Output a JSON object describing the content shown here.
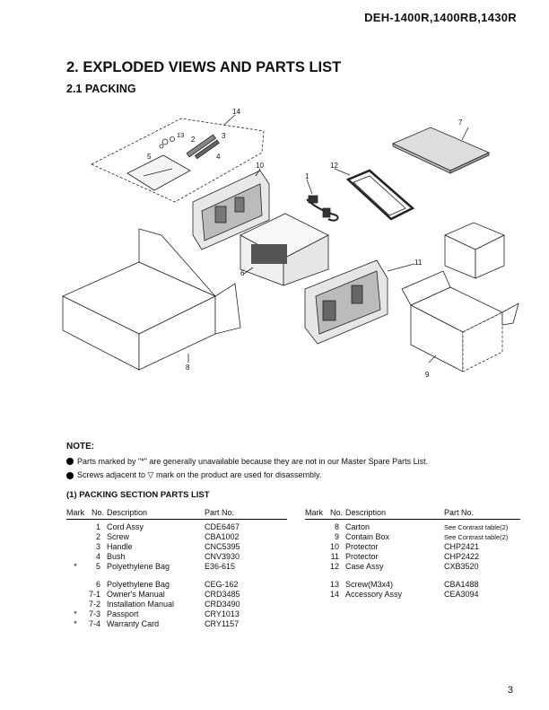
{
  "header": {
    "model": "DEH-1400R,1400RB,1430R"
  },
  "title": "2. EXPLODED VIEWS AND PARTS LIST",
  "subtitle": "2.1 PACKING",
  "diagram": {
    "callouts": [
      "1",
      "2",
      "3",
      "4",
      "5",
      "6",
      "7",
      "8",
      "9",
      "10",
      "11",
      "12",
      "13",
      "14"
    ]
  },
  "note": {
    "title": "NOTE:",
    "lines": [
      "Parts marked by \"*\" are generally unavailable because they are not in our Master Spare Parts List.",
      "Screws adjacent to ▽ mark on the product are used for disassembly."
    ]
  },
  "section_title": "(1) PACKING SECTION PARTS LIST",
  "table_headers": {
    "mark": "Mark",
    "no": "No.",
    "desc": "Description",
    "part": "Part No."
  },
  "left_rows": [
    {
      "mark": "",
      "no": "1",
      "desc": "Cord Assy",
      "part": "CDE6467"
    },
    {
      "mark": "",
      "no": "2",
      "desc": "Screw",
      "part": "CBA1002"
    },
    {
      "mark": "",
      "no": "3",
      "desc": "Handle",
      "part": "CNC5395"
    },
    {
      "mark": "",
      "no": "4",
      "desc": "Bush",
      "part": "CNV3930"
    },
    {
      "mark": "*",
      "no": "5",
      "desc": "Polyethylene Bag",
      "part": "E36-615"
    },
    {
      "mark": "",
      "no": "6",
      "desc": "Polyethylene Bag",
      "part": "CEG-162"
    },
    {
      "mark": "",
      "no": "7-1",
      "desc": "Owner's Manual",
      "part": "CRD3485"
    },
    {
      "mark": "",
      "no": "7-2",
      "desc": "Installation Manual",
      "part": "CRD3490"
    },
    {
      "mark": "*",
      "no": "7-3",
      "desc": "Passport",
      "part": "CRY1013"
    },
    {
      "mark": "*",
      "no": "7-4",
      "desc": "Warranty Card",
      "part": "CRY1157"
    }
  ],
  "right_rows": [
    {
      "mark": "",
      "no": "8",
      "desc": "Carton",
      "part": "See Contrast table(2)"
    },
    {
      "mark": "",
      "no": "9",
      "desc": "Contain Box",
      "part": "See Contrast table(2)"
    },
    {
      "mark": "",
      "no": "10",
      "desc": "Protector",
      "part": "CHP2421"
    },
    {
      "mark": "",
      "no": "11",
      "desc": "Protector",
      "part": "CHP2422"
    },
    {
      "mark": "",
      "no": "12",
      "desc": "Case Assy",
      "part": "CXB3520"
    },
    {
      "mark": "",
      "no": "13",
      "desc": "Screw(M3x4)",
      "part": "CBA1488"
    },
    {
      "mark": "",
      "no": "14",
      "desc": "Accessory Assy",
      "part": "CEA3094"
    }
  ],
  "page_number": "3"
}
